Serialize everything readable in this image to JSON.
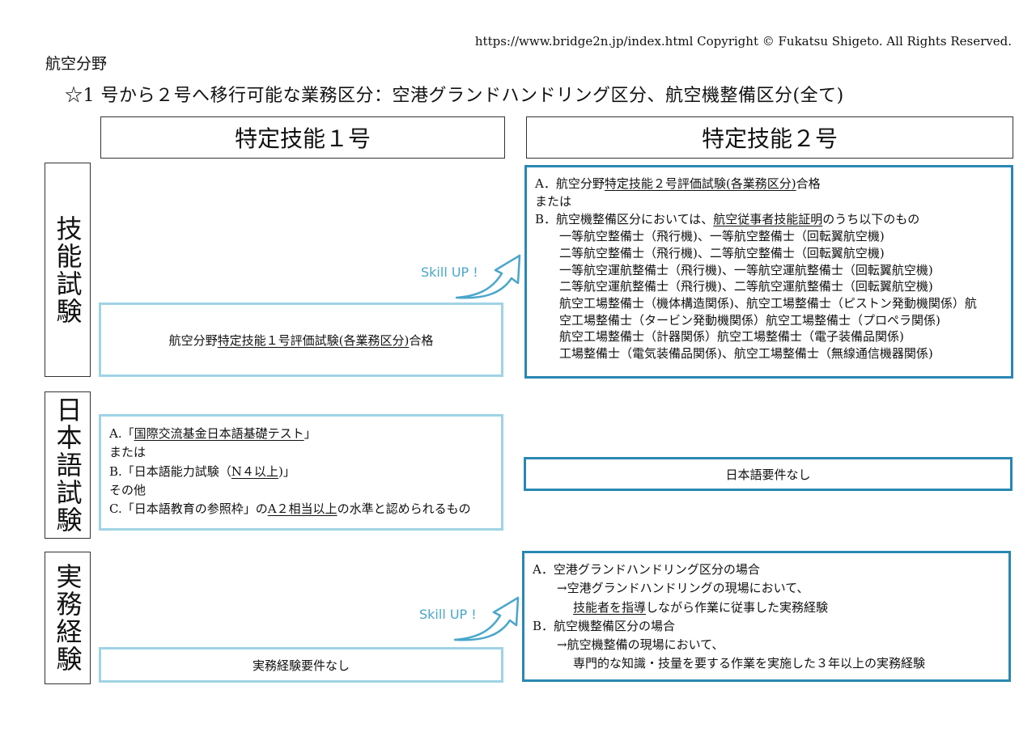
{
  "copyright": "https://www.bridge2n.jp/index.html Copyright © Fukatsu Shigeto. All Rights Reserved.",
  "field": "航空分野",
  "headline": "☆1 号から２号へ移行可能な業務区分：空港グランドハンドリング区分、航空機整備区分(全て)",
  "columns": {
    "col1": "特定技能１号",
    "col2": "特定技能２号"
  },
  "rows": {
    "skill": "技能試験",
    "japanese": "日本語試験",
    "practical": "実務経験"
  },
  "skill_up": "Skill UP !",
  "skill_test": {
    "level1": {
      "pre": "航空分野",
      "u": "特定技能１号評価試験(各業務区分)",
      "post": "合格"
    },
    "level2": {
      "a": {
        "pre": "A．航空分野",
        "u": "特定技能２号評価試験(各業務区分)",
        "post": "合格"
      },
      "or": "または",
      "b": {
        "pre": "B．航空機整備区分においては、",
        "u": "航空従事者技能証明",
        "post": "のうち以下のもの"
      },
      "certs": [
        "一等航空整備士（飛行機)、一等航空整備士（回転翼航空機)",
        "二等航空整備士（飛行機)、二等航空整備士（回転翼航空機)",
        "一等航空運航整備士（飛行機)、一等航空運航整備士（回転翼航空機)",
        "二等航空運航整備士（飛行機)、二等航空運航整備士（回転翼航空機)",
        "航空工場整備士（機体構造関係)、航空工場整備士（ピストン発動機関係）航",
        "空工場整備士（タービン発動機関係）航空工場整備士（プロペラ関係)",
        "航空工場整備士（計器関係）航空工場整備士（電子装備品関係)",
        "工場整備士（電気装備品関係)、航空工場整備士（無線通信機器関係)"
      ]
    }
  },
  "japanese_test": {
    "level1": {
      "a": {
        "pre": "A.「",
        "u": "国際交流基金日本語基礎テスト",
        "post": "」"
      },
      "or": "または",
      "b": {
        "pre": "B.「日本語能力試験（",
        "u": "N４以上",
        "post": ")」"
      },
      "other": "その他",
      "c": {
        "pre": "C.「日本語教育の参照枠」の",
        "u": "A２相当以上",
        "post": "の水準と認められるもの"
      }
    },
    "level2": "日本語要件なし"
  },
  "practical": {
    "level1": "実務経験要件なし",
    "level2": {
      "a": "A．空港グランドハンドリング区分の場合",
      "a1": "→空港グランドハンドリングの現場において、",
      "a2": {
        "u": "技能者を指導",
        "post": "しながら作業に従事した実務経験"
      },
      "b": "B．航空機整備区分の場合",
      "b1": "→航空機整備の現場において、",
      "b2": "専門的な知識・技量を要する作業を実施した３年以上の実務経験"
    }
  },
  "colors": {
    "light_border": "#9fd3e6",
    "dark_border": "#2a87b3",
    "skill_up": "#4aa6cc"
  }
}
